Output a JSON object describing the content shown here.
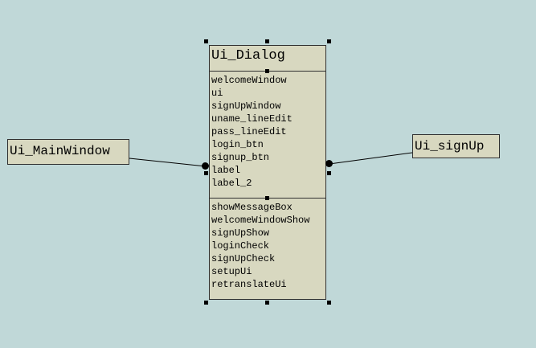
{
  "diagram": {
    "classes": [
      {
        "id": "ui-dialog",
        "name": "Ui_Dialog",
        "attributes": [
          "welcomeWindow",
          "ui",
          "signUpWindow",
          "uname_lineEdit",
          "pass_lineEdit",
          "login_btn",
          "signup_btn",
          "label",
          "label_2"
        ],
        "operations": [
          "showMessageBox",
          "welcomeWindowShow",
          "signUpShow",
          "loginCheck",
          "signUpCheck",
          "setupUi",
          "retranslateUi"
        ]
      },
      {
        "id": "ui-mainwindow",
        "name": "Ui_MainWindow"
      },
      {
        "id": "ui-signup",
        "name": "Ui_signUp"
      }
    ],
    "associations": [
      {
        "from": "Ui_MainWindow",
        "to": "Ui_Dialog"
      },
      {
        "from": "Ui_Dialog",
        "to": "Ui_signUp"
      }
    ]
  },
  "colors": {
    "canvas_background": "#c0d8d8",
    "class_fill": "#d8d8c0",
    "border": "#303030"
  }
}
